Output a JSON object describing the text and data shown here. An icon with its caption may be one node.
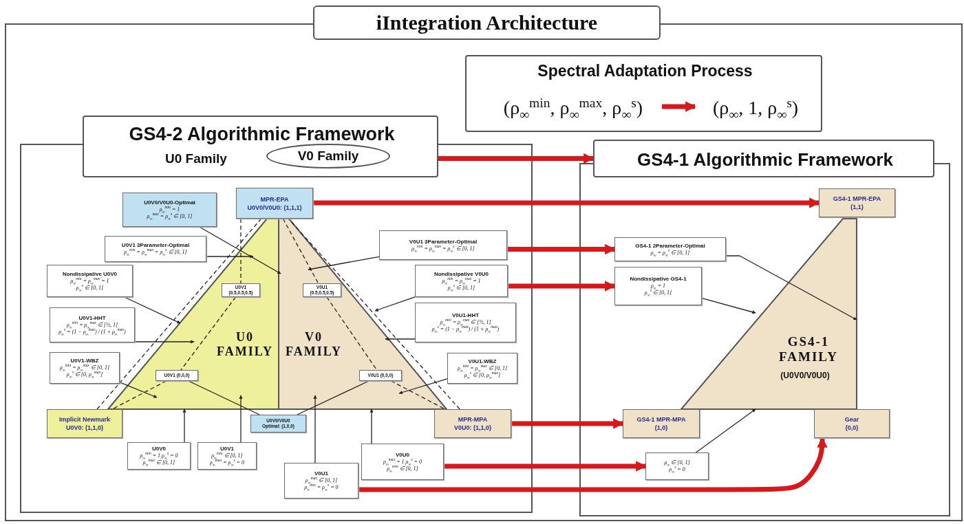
{
  "diagram": {
    "nodes": [
      {
        "text": [
          "Spectral Adaptation Process"
        ]
      },
      {
        "text": [
          "(ρ$_{∞}$$^{min}$, ρ$_{∞}$$^{max}$, ρ$_{∞}$$^{s}$)"
        ],
        "in": 0
      },
      {
        "text": [
          "(ρ$_{∞}$, 1, ρ$_{∞}$$^{s}$)"
        ],
        "in": 0
      },
      {
        "text": [
          "GS4-2 Algorithmic Framework",
          "U0 Family"
        ]
      },
      {
        "text": [
          "V0 Family"
        ],
        "in": 3
      },
      {
        "text": [
          "GS4-1 Algorithmic Framework"
        ]
      },
      {
        "text": [
          "U0 FAMILY"
        ]
      },
      {
        "text": [
          "V0 FAMILY"
        ]
      },
      {
        "text": [
          "MPR-EPA",
          "U0V0/V0U0: (1,1,1)"
        ]
      },
      {
        "text": [
          "U0V0/V0U0-Optimal",
          "ρ$_{∞}$$^{min}$ = 1",
          "ρ$_{∞}$$^{max}$ = ρ$_{∞}$$^{s}$ ∈ [0, 1]"
        ]
      },
      {
        "text": [
          "U0V1 3Parameter-Optimal",
          "ρ$_{∞}$$^{min}$ = ρ$_{∞}$$^{max}$ = ρ$_{∞}$$^{s}$ ∈ [0, 1]"
        ]
      },
      {
        "text": [
          "Nondissipative U0V0",
          "ρ$_{∞}$$^{min}$ = ρ$_{∞}$$^{max}$ = 1",
          "ρ$_{∞}$$^{s}$ ∈ [0, 1]"
        ]
      },
      {
        "text": [
          "U0V1-HHT",
          "ρ$_{∞}$$^{min}$ = ρ$_{∞}$$^{max}$ ∈ [½, 1]",
          "ρ$_{∞}$$^{s}$ = (1 − ρ$_{∞}$$^{max}$) / (1 + ρ$_{∞}$$^{max}$)"
        ]
      },
      {
        "text": [
          "U0V1-WBZ",
          "ρ$_{∞}$$^{min}$ = ρ$_{∞}$$^{max}$ ∈ [0, 1]",
          "ρ$_{∞}$$^{s}$ ∈ [0, ρ$_{∞}$$^{max}$]"
        ]
      },
      {
        "text": [
          "Implicit Newmark",
          "U0V0: (1,1,0)"
        ]
      },
      {
        "text": [
          "U0V0",
          "ρ$_{∞}$$^{min}$ = 1  ρ$_{∞}$$^{s}$ = 0",
          "ρ$_{∞}$$^{max}$ ∈ [0, 1]"
        ]
      },
      {
        "text": [
          "U0V1",
          "ρ$_{∞}$$^{min}$ ∈ [0, 1]",
          "ρ$_{∞}$$^{max}$ = ρ$_{∞}$$^{s}$ = 0"
        ]
      },
      {
        "text": [
          "U0V0/V0U0",
          "Optimal: (1,0,0)"
        ]
      },
      {
        "text": [
          "U0V1",
          "(0.5,0.5,0.5)"
        ],
        "in": 6
      },
      {
        "text": [
          "U0V1 (0,0,0)"
        ],
        "in": 6
      },
      {
        "text": [
          "V0U1",
          "(0.5,0.5,0.5)"
        ],
        "in": 7
      },
      {
        "text": [
          "V0U1 (0,0,0)"
        ],
        "in": 7
      },
      {
        "text": [
          "V0U1 3Parameter-Optimal",
          "ρ$_{∞}$$^{min}$ = ρ$_{∞}$$^{max}$ = ρ$_{∞}$$^{s}$ ∈ [0, 1]"
        ]
      },
      {
        "text": [
          "Nondissipative V0U0",
          "ρ$_{∞}$$^{min}$ = ρ$_{∞}$$^{max}$ = 1",
          "ρ$_{∞}$$^{s}$ ∈ [0, 1]"
        ]
      },
      {
        "text": [
          "V0U1-HHT",
          "ρ$_{∞}$$^{min}$ = ρ$_{∞}$$^{max}$ ∈ [½, 1]",
          "ρ$_{∞}$$^{s}$ = (1 − ρ$_{∞}$$^{max}$) / (1 + ρ$_{∞}$$^{max}$)"
        ]
      },
      {
        "text": [
          "V0U1-WBZ",
          "ρ$_{∞}$$^{min}$ = ρ$_{∞}$$^{max}$ ∈ [0, 1]",
          "ρ$_{∞}$$^{s}$ ∈ [0, ρ$_{∞}$$^{max}$]"
        ]
      },
      {
        "text": [
          "MPR-MPA",
          "V0U0: (1,1,0)"
        ]
      },
      {
        "text": [
          "V0U0",
          "ρ$_{∞}$$^{max}$ = 1  ρ$_{∞}$$^{s}$ = 0",
          "ρ$_{∞}$$^{min}$ ∈ [0, 1]"
        ]
      },
      {
        "text": [
          "V0U1",
          "ρ$_{∞}$$^{max}$ ∈ [0, 1]",
          "ρ$_{∞}$$^{min}$ = ρ$_{∞}$$^{s}$ = 0"
        ]
      },
      {
        "text": [
          "GS4-1 FAMILY",
          "(U0V0/V0U0)"
        ]
      },
      {
        "text": [
          "GS4-1 MPR-EPA",
          "(1,1)"
        ]
      },
      {
        "text": [
          "GS4-1 2Parameter-Optimal",
          "ρ$_{∞}$ = ρ$_{∞}$$^{s}$ ∈ [0, 1]"
        ]
      },
      {
        "text": [
          "Nondissipative GS4-1",
          "ρ$_{∞}$ = 1",
          "ρ$_{∞}$$^{s}$ ∈ [0, 1]"
        ]
      },
      {
        "text": [
          "GS4-1 MPR-MPA",
          "(1,0)"
        ]
      },
      {
        "text": [
          "Gear",
          "(0,0)"
        ]
      },
      {
        "text": [
          "ρ$_{∞}$ ∈ [0, 1]",
          "ρ$_{∞}$$^{s}$ = 0"
        ]
      },
      {
        "text": [
          "iIntegration Architecture"
        ]
      }
    ],
    "edges": [
      {
        "from": 1,
        "to": 2,
        "arrow": "to",
        "style": "thick",
        "color": "#d7191c"
      },
      {
        "from": 4,
        "to": 5,
        "arrow": "to",
        "style": "thick",
        "color": "#d7191c"
      },
      {
        "from": 8,
        "to": 30,
        "arrow": "to",
        "style": "thick",
        "color": "#d7191c"
      },
      {
        "from": 22,
        "to": 31,
        "arrow": "to",
        "style": "thick",
        "color": "#d7191c"
      },
      {
        "from": 23,
        "to": 32,
        "arrow": "to",
        "style": "thick",
        "color": "#d7191c"
      },
      {
        "from": 26,
        "to": 33,
        "arrow": "to",
        "style": "thick",
        "color": "#d7191c"
      },
      {
        "from": 27,
        "to": 35,
        "arrow": "to",
        "style": "thick",
        "color": "#d7191c"
      },
      {
        "from": 28,
        "to": 34,
        "arrow": "to",
        "style": "thick",
        "color": "#d7191c"
      },
      {
        "from": 9,
        "to": 7,
        "arrow": "to"
      },
      {
        "from": 10,
        "to": 6,
        "arrow": "to"
      },
      {
        "from": 11,
        "to": 6,
        "arrow": "to"
      },
      {
        "from": 12,
        "to": 6,
        "arrow": "to"
      },
      {
        "from": 13,
        "to": 6,
        "arrow": "to"
      },
      {
        "from": 15,
        "to": 6,
        "arrow": "to"
      },
      {
        "from": 16,
        "to": 6,
        "arrow": "to"
      },
      {
        "from": 22,
        "to": 7,
        "arrow": "to"
      },
      {
        "from": 23,
        "to": 7,
        "arrow": "to"
      },
      {
        "from": 24,
        "to": 7,
        "arrow": "to"
      },
      {
        "from": 25,
        "to": 7,
        "arrow": "to"
      },
      {
        "from": 27,
        "to": 7,
        "arrow": "to"
      },
      {
        "from": 28,
        "to": 7,
        "arrow": "to"
      },
      {
        "from": 31,
        "to": 29,
        "arrow": "to"
      },
      {
        "from": 32,
        "to": 29,
        "arrow": "to"
      },
      {
        "from": 35,
        "to": 29,
        "arrow": "to"
      },
      {
        "from": 8,
        "to": 18,
        "arrow": "none",
        "style": "dashed"
      },
      {
        "from": 18,
        "to": 19,
        "arrow": "none",
        "style": "dashed"
      },
      {
        "from": 19,
        "to": 14,
        "arrow": "none",
        "style": "dashed"
      },
      {
        "from": 14,
        "to": 8,
        "arrow": "none",
        "style": "dashed"
      },
      {
        "from": 8,
        "to": 20,
        "arrow": "none",
        "style": "dashed"
      },
      {
        "from": 20,
        "to": 21,
        "arrow": "none",
        "style": "dashed"
      },
      {
        "from": 21,
        "to": 26,
        "arrow": "none",
        "style": "dashed"
      },
      {
        "from": 26,
        "to": 8,
        "arrow": "none",
        "style": "dashed"
      },
      {
        "from": 19,
        "to": 17,
        "arrow": "none"
      },
      {
        "from": 21,
        "to": 17,
        "arrow": "none"
      }
    ]
  }
}
